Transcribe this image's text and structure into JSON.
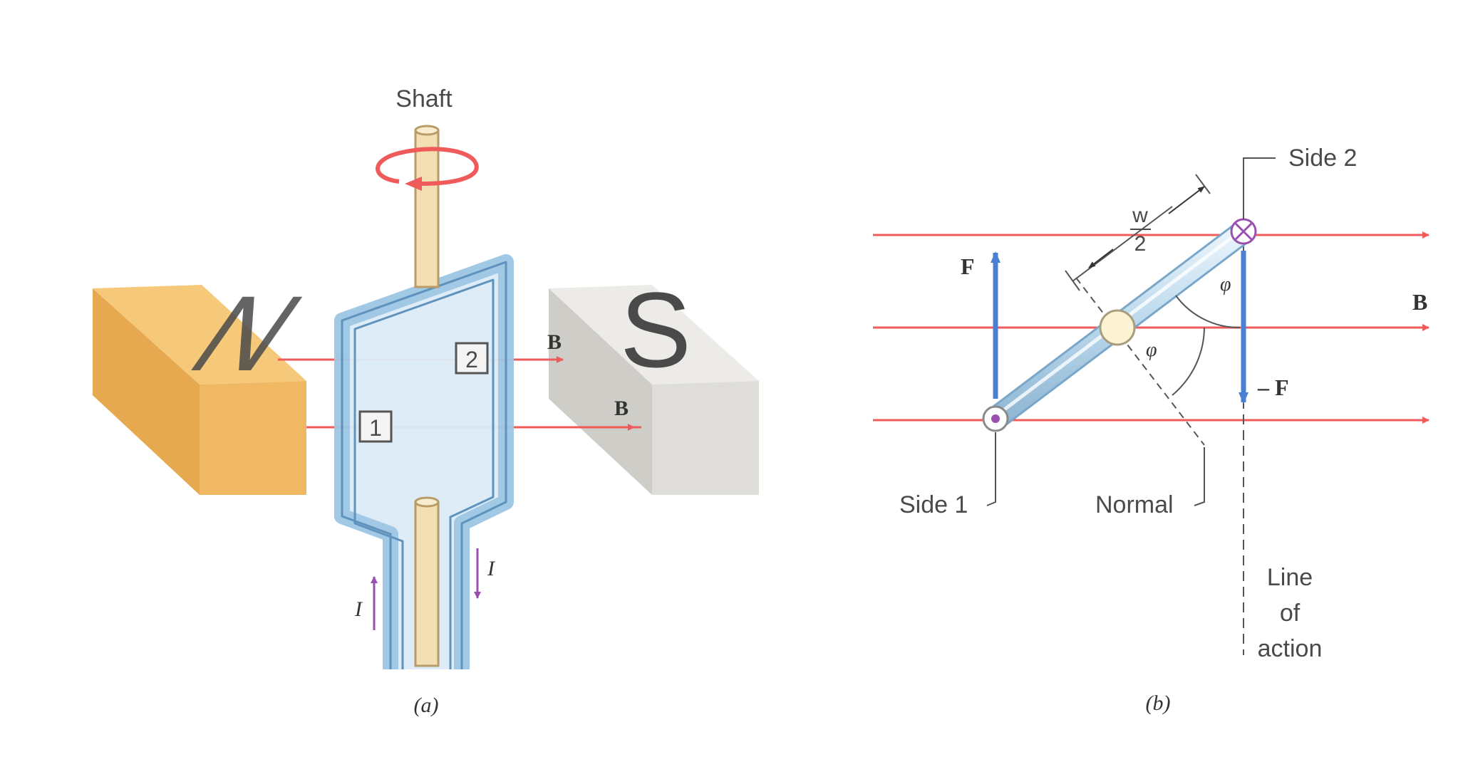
{
  "panel_a": {
    "caption": "(a)",
    "shaft_label": "Shaft",
    "north_label": "N",
    "south_label": "S",
    "side_label_1": "1",
    "side_label_2": "2",
    "field_label_upper": "B",
    "field_label_lower": "B",
    "current_label_left": "I",
    "current_label_right": "I"
  },
  "panel_b": {
    "caption": "(b)",
    "side_2_label": "Side 2",
    "side_1_label": "Side 1",
    "normal_label": "Normal",
    "line_of_action_lines": [
      "Line",
      "of",
      "action"
    ],
    "force_label": "F",
    "neg_force_label": "– F",
    "field_label": "B",
    "width_numerator": "w",
    "width_denominator": "2",
    "angle_label_top": "φ",
    "angle_label_bottom": "φ"
  },
  "colors": {
    "field_line": "#ef5b5b",
    "force_arrow": "#4a7fd4",
    "current_arrow": "#9b4fb0",
    "magnet_north": "#f0b862",
    "magnet_south": "#d9d7d3",
    "coil_fill": "#dcecf6",
    "coil_outline": "#9dc6e3",
    "shaft": "#f2dfb4"
  }
}
